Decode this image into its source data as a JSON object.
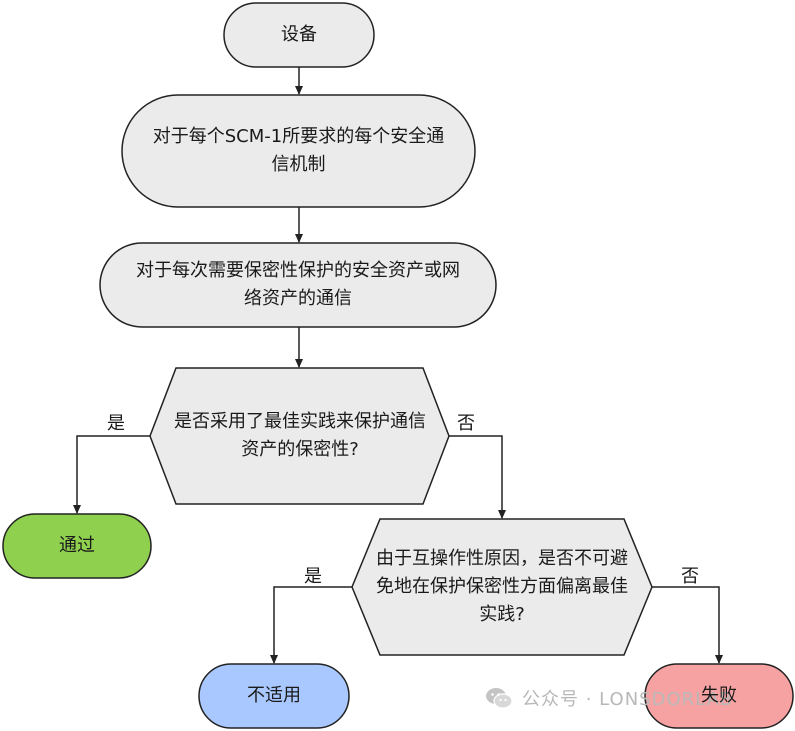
{
  "nodes": {
    "device": "设备",
    "mechanism": "对于每个SCM-1所要求的每个安全通信机制",
    "communication": "对于每次需要保密性保护的安全资产或网络资产的通信",
    "decision_best_practice": "是否采用了最佳实践来保护通信资产的保密性?",
    "pass": "通过",
    "decision_interop": "由于互操作性原因，是否不可避免地在保护保密性方面偏离最佳实践?",
    "not_applicable": "不适用",
    "fail": "失败"
  },
  "edge_labels": {
    "d1_yes": "是",
    "d1_no": "否",
    "d2_yes": "是",
    "d2_no": "否"
  },
  "colors": {
    "process_fill": "#ebebeb",
    "stroke": "#222222",
    "pass_fill": "#8fd14f",
    "not_applicable_fill": "#a9c8ff",
    "fail_fill": "#f7a2a2"
  },
  "watermark": {
    "icon": "wechat-icon",
    "text": "公众号 · LONSDORLAB"
  }
}
